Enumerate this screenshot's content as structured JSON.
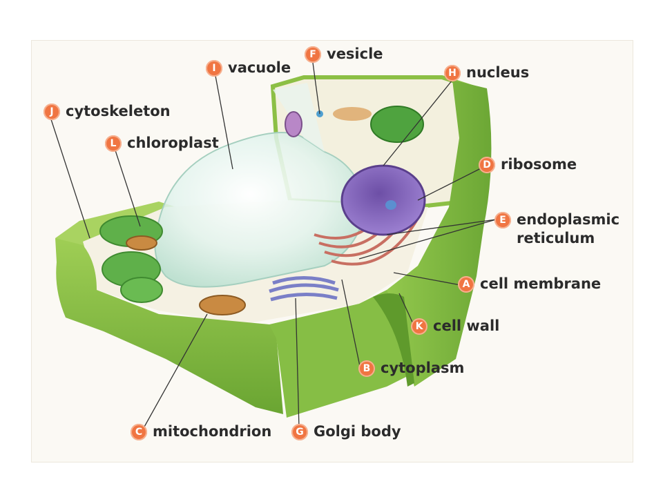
{
  "labels": {
    "vesicle": {
      "letter": "F",
      "text": "vesicle"
    },
    "vacuole": {
      "letter": "I",
      "text": "vacuole"
    },
    "nucleus": {
      "letter": "H",
      "text": "nucleus"
    },
    "cytoskeleton": {
      "letter": "J",
      "text": "cytoskeleton"
    },
    "chloroplast": {
      "letter": "L",
      "text": "chloroplast"
    },
    "ribosome": {
      "letter": "D",
      "text": "ribosome"
    },
    "endoplasmic_reticulum": {
      "letter": "E",
      "line1": "endoplasmic",
      "line2": "reticulum"
    },
    "cell_membrane": {
      "letter": "A",
      "text": "cell membrane"
    },
    "cell_wall": {
      "letter": "K",
      "text": "cell wall"
    },
    "cytoplasm": {
      "letter": "B",
      "text": "cytoplasm"
    },
    "mitochondrion": {
      "letter": "C",
      "text": "mitochondrion"
    },
    "golgi_body": {
      "letter": "G",
      "text": "Golgi body"
    }
  }
}
